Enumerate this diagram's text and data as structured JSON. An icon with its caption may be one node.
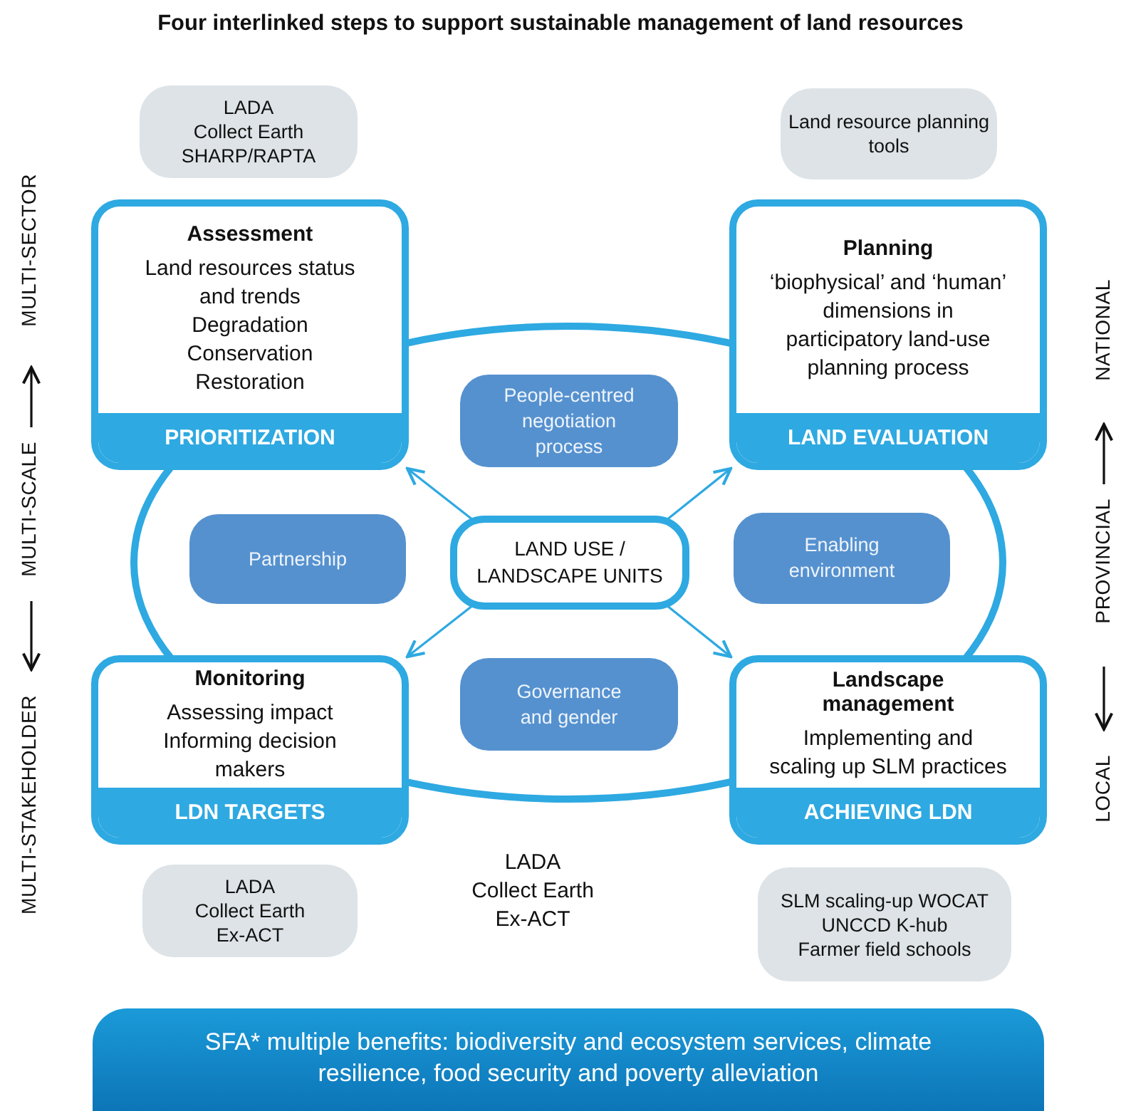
{
  "diagram": {
    "title": "Four interlinked steps to support sustainable management of land resources",
    "nodes": [
      {
        "text": [
          "LADA",
          "Collect Earth",
          "SHARP/RAPTA"
        ]
      },
      {
        "text": [
          "Land resource planning tools"
        ]
      },
      {
        "text": [
          "Assessment",
          "Land resources status and trends",
          "Degradation",
          "Conservation",
          "Restoration",
          "PRIORITIZATION"
        ]
      },
      {
        "text": [
          "Planning",
          "‘biophysical’ and ‘human’ dimensions in participatory land-use planning process",
          "LAND EVALUATION"
        ]
      },
      {
        "text": [
          "People-centred negotiation process"
        ]
      },
      {
        "text": [
          "Partnership"
        ]
      },
      {
        "text": [
          "LAND USE / LANDSCAPE UNITS"
        ]
      },
      {
        "text": [
          "Enabling environment"
        ]
      },
      {
        "text": [
          "Governance and gender"
        ]
      },
      {
        "text": [
          "Monitoring",
          "Assessing impact",
          "Informing decision makers",
          "LDN TARGETS"
        ]
      },
      {
        "text": [
          "Landscape management",
          "Implementing and scaling up SLM practices",
          "ACHIEVING LDN"
        ]
      },
      {
        "text": [
          "LADA",
          "Collect Earth",
          "Ex-ACT"
        ]
      },
      {
        "text": [
          "SLM scaling-up WOCAT",
          "UNCCD K-hub",
          "Farmer field schools"
        ]
      },
      {
        "text": [
          "SFA* multiple benefits: biodiversity and ecosystem services, climate resilience, food security and poverty alleviation"
        ]
      }
    ],
    "edges": [
      {
        "from": 6,
        "to": 2,
        "arrow": "to"
      },
      {
        "from": 6,
        "to": 3,
        "arrow": "to"
      },
      {
        "from": 6,
        "to": 9,
        "arrow": "to"
      },
      {
        "from": 6,
        "to": 10,
        "arrow": "to"
      }
    ],
    "labels": [
      "LADA",
      "Collect Earth",
      "Ex-ACT",
      "MULTI-SECTOR",
      "MULTI-SCALE",
      "MULTI-STAKEHOLDER",
      "NATIONAL",
      "PROVINCIAL",
      "LOCAL"
    ]
  }
}
